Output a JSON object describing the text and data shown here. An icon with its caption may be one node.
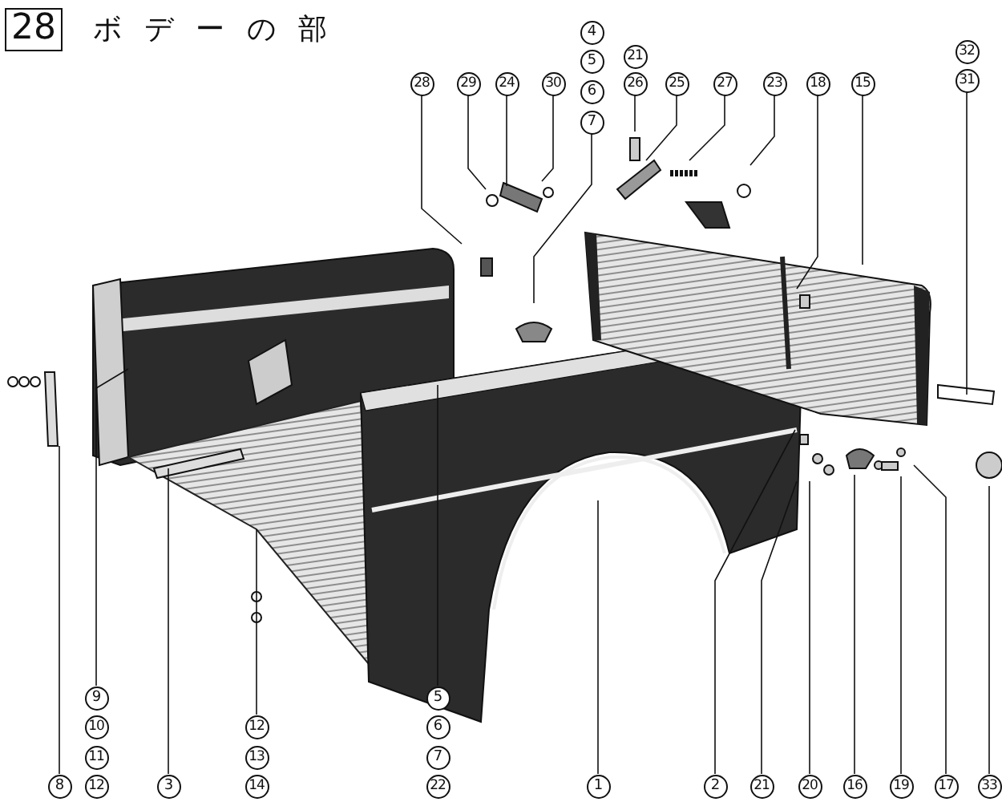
{
  "diagram": {
    "title": "ボデーの部",
    "nodes": [
      {
        "text": [
          "28"
        ]
      },
      {
        "text": [
          "4"
        ]
      },
      {
        "text": [
          "32"
        ]
      },
      {
        "text": [
          "21"
        ]
      },
      {
        "text": [
          "5"
        ]
      },
      {
        "text": [
          "28"
        ]
      },
      {
        "text": [
          "29"
        ]
      },
      {
        "text": [
          "24"
        ]
      },
      {
        "text": [
          "30"
        ]
      },
      {
        "text": [
          "26"
        ]
      },
      {
        "text": [
          "25"
        ]
      },
      {
        "text": [
          "27"
        ]
      },
      {
        "text": [
          "23"
        ]
      },
      {
        "text": [
          "18"
        ]
      },
      {
        "text": [
          "15"
        ]
      },
      {
        "text": [
          "31"
        ]
      },
      {
        "text": [
          "6"
        ]
      },
      {
        "text": [
          "7"
        ]
      },
      {
        "text": [
          "9"
        ]
      },
      {
        "text": [
          "5"
        ]
      },
      {
        "text": [
          "10"
        ]
      },
      {
        "text": [
          "12"
        ]
      },
      {
        "text": [
          "6"
        ]
      },
      {
        "text": [
          "11"
        ]
      },
      {
        "text": [
          "13"
        ]
      },
      {
        "text": [
          "7"
        ]
      },
      {
        "text": [
          "8"
        ]
      },
      {
        "text": [
          "12"
        ]
      },
      {
        "text": [
          "3"
        ]
      },
      {
        "text": [
          "14"
        ]
      },
      {
        "text": [
          "22"
        ]
      },
      {
        "text": [
          "1"
        ]
      },
      {
        "text": [
          "2"
        ]
      },
      {
        "text": [
          "21"
        ]
      },
      {
        "text": [
          "20"
        ]
      },
      {
        "text": [
          "16"
        ]
      },
      {
        "text": [
          "19"
        ]
      },
      {
        "text": [
          "17"
        ]
      },
      {
        "text": [
          "33"
        ]
      }
    ],
    "edges": [
      {
        "from": 5,
        "to": null,
        "arrow": "none"
      },
      {
        "from": 6,
        "to": null,
        "arrow": "none"
      },
      {
        "from": 7,
        "to": null,
        "arrow": "none"
      },
      {
        "from": 8,
        "to": null,
        "arrow": "none"
      },
      {
        "from": 17,
        "to": null,
        "arrow": "none"
      },
      {
        "from": 9,
        "to": null,
        "arrow": "none"
      },
      {
        "from": 10,
        "to": null,
        "arrow": "none"
      },
      {
        "from": 11,
        "to": null,
        "arrow": "none"
      },
      {
        "from": 12,
        "to": null,
        "arrow": "none"
      },
      {
        "from": 13,
        "to": null,
        "arrow": "none"
      },
      {
        "from": 14,
        "to": null,
        "arrow": "none"
      },
      {
        "from": 15,
        "to": null,
        "arrow": "none"
      },
      {
        "from": 26,
        "to": null,
        "arrow": "none"
      },
      {
        "from": 18,
        "to": null,
        "arrow": "none"
      },
      {
        "from": 28,
        "to": null,
        "arrow": "none"
      },
      {
        "from": 21,
        "to": null,
        "arrow": "none"
      },
      {
        "from": 19,
        "to": null,
        "arrow": "none"
      },
      {
        "from": 31,
        "to": null,
        "arrow": "none"
      },
      {
        "from": 32,
        "to": null,
        "arrow": "none"
      },
      {
        "from": 33,
        "to": null,
        "arrow": "none"
      },
      {
        "from": 34,
        "to": null,
        "arrow": "none"
      },
      {
        "from": 35,
        "to": null,
        "arrow": "none"
      },
      {
        "from": 36,
        "to": null,
        "arrow": "none"
      },
      {
        "from": 37,
        "to": null,
        "arrow": "none"
      },
      {
        "from": 38,
        "to": null,
        "arrow": "none"
      }
    ]
  }
}
